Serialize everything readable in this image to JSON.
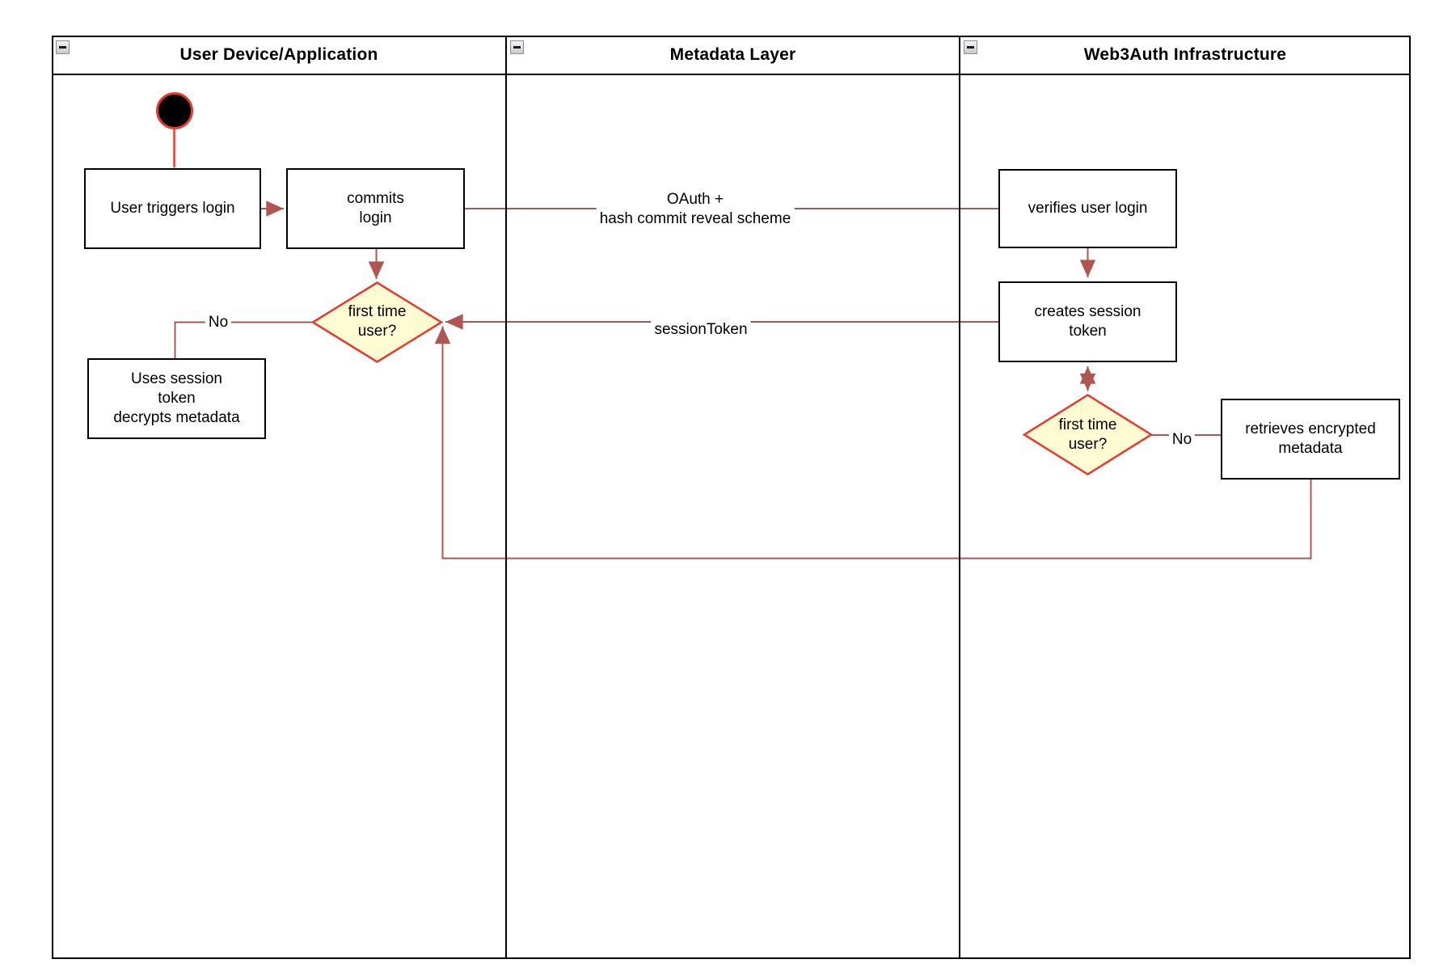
{
  "diagram": {
    "kind": "swimlane activity diagram",
    "colors": {
      "connector": "#b05650",
      "accent_red": "#e8392e",
      "decision_fill": "#fffbd2",
      "lane_border": "#000000"
    },
    "lanes": [
      {
        "title": "User Device/Application",
        "collapse_icon": "minus"
      },
      {
        "title": "Metadata Layer",
        "collapse_icon": "minus"
      },
      {
        "title": "Web3Auth Infrastructure",
        "collapse_icon": "minus"
      }
    ],
    "nodes": {
      "user_triggers_login": "User triggers login",
      "commits_login": "commits\nlogin",
      "first_time_user_1": "first time\nuser?",
      "uses_session_token": "Uses session\ntoken\ndecrypts metadata",
      "verifies_user_login": "verifies user login",
      "creates_session_token": "creates session\ntoken",
      "first_time_user_2": "first time\nuser?",
      "retrieves_encrypted_metadata": "retrieves encrypted\nmetadata"
    },
    "edges": {
      "oauth": "OAuth +\nhash commit reveal scheme",
      "session_token": "sessionToken",
      "no_1": "No",
      "no_2": "No"
    }
  }
}
